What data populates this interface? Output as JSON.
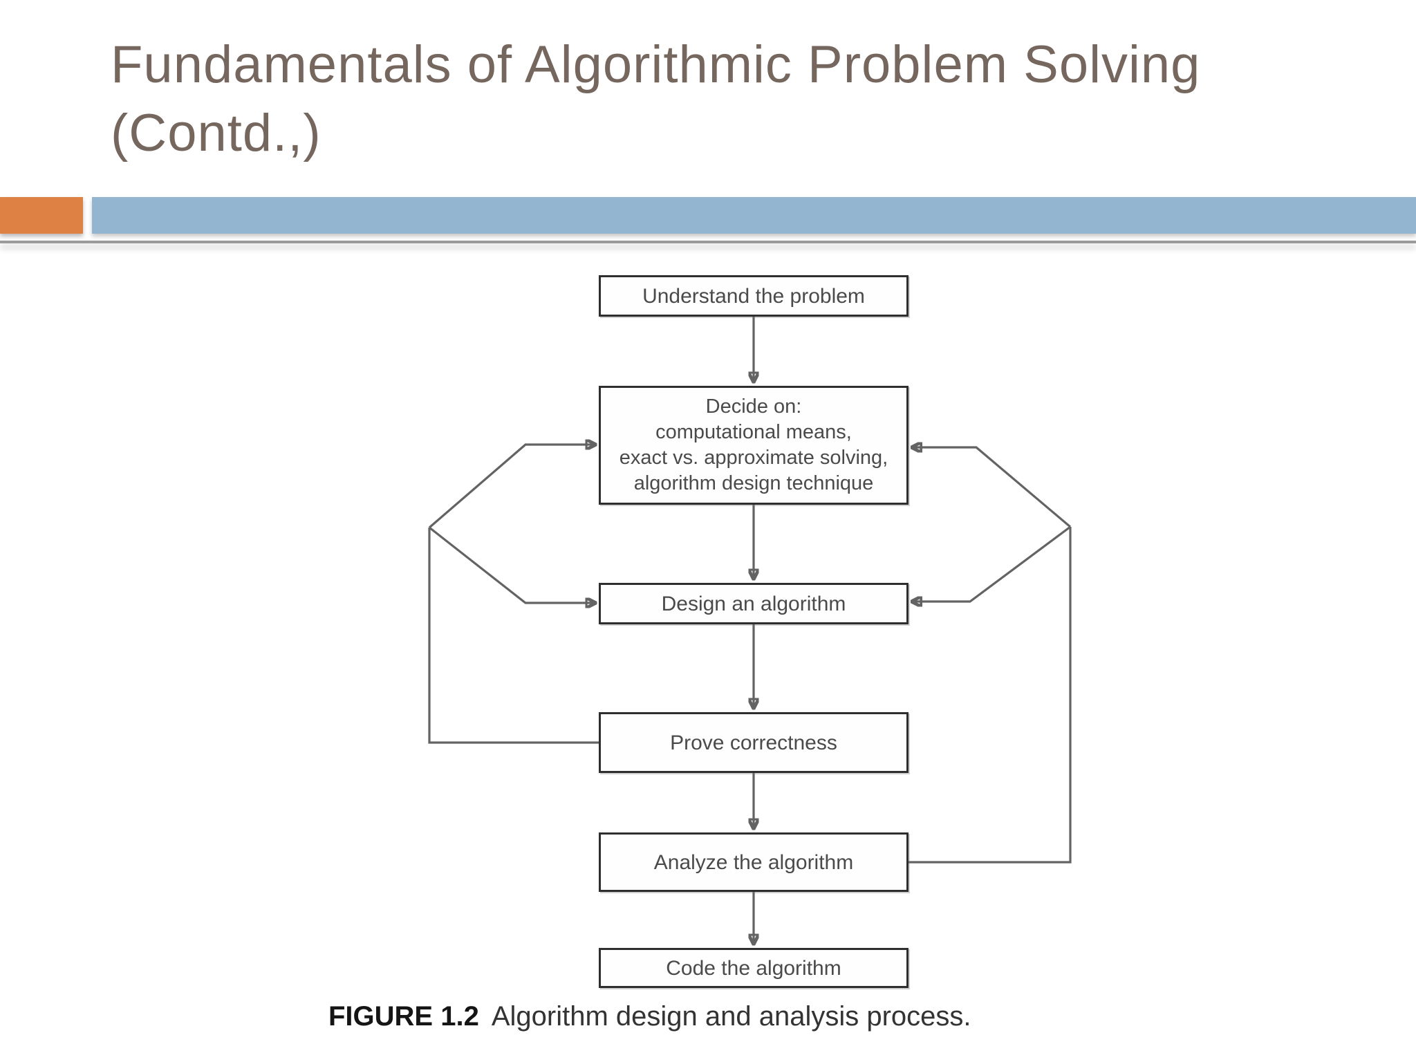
{
  "slide": {
    "title_line1": "Fundamentals of Algorithmic Problem Solving",
    "title_line2": "(Contd.,)",
    "colors": {
      "title_brown": "#75665E",
      "accent_orange": "#DD8144",
      "accent_blue": "#93B5CF",
      "divider_gray": "#9B9B9B"
    }
  },
  "flowchart": {
    "nodes": [
      {
        "id": "understand",
        "label": "Understand the problem"
      },
      {
        "id": "decide",
        "label": "Decide on:\ncomputational means,\nexact vs. approximate solving,\nalgorithm design technique"
      },
      {
        "id": "design",
        "label": "Design an algorithm"
      },
      {
        "id": "prove",
        "label": "Prove correctness"
      },
      {
        "id": "analyze",
        "label": "Analyze the algorithm"
      },
      {
        "id": "code",
        "label": "Code the algorithm"
      }
    ],
    "caption": {
      "label": "FIGURE 1.2",
      "text": "Algorithm design and analysis process."
    }
  }
}
